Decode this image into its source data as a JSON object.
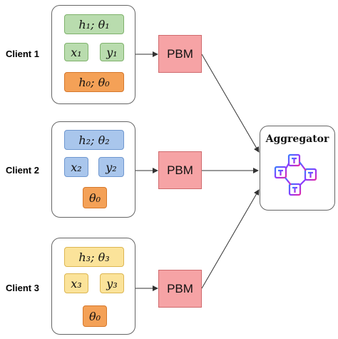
{
  "clients": [
    {
      "label": "Client 1",
      "top": "h₁; θ₁",
      "x": "x₁",
      "y": "y₁",
      "bottom": "h₀; θ₀",
      "color": "#b9dcae",
      "bottom_color": "#f4a157"
    },
    {
      "label": "Client 2",
      "top": "h₂; θ₂",
      "x": "x₂",
      "y": "y₂",
      "bottom": "θ₀",
      "color": "#a9c6ec",
      "bottom_color": "#f4a157"
    },
    {
      "label": "Client 3",
      "top": "h₃; θ₃",
      "x": "x₃",
      "y": "y₃",
      "bottom": "θ₀",
      "color": "#fbe39a",
      "bottom_color": "#f4a157"
    }
  ],
  "pbm_label": "PBM",
  "aggregator": {
    "title": "Aggregator",
    "icon": "blockchain-network-icon"
  }
}
